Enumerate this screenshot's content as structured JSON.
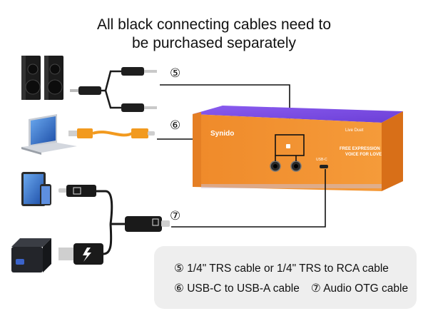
{
  "title": {
    "line1": "All black connecting cables need to",
    "line2": "be purchased separately"
  },
  "callouts": {
    "c5": "⑤",
    "c6": "⑥",
    "c7": "⑦"
  },
  "device": {
    "brand": "Synido",
    "model": "Live Duet",
    "slogan_line1": "FREE EXPRESSION",
    "slogan_line2": "VOICE FOR LOVE",
    "port_label": "USB-C"
  },
  "legend": {
    "line1": "⑤ 1/4\" TRS cable or 1/4\" TRS to RCA cable",
    "line2a": "⑥ USB-C to USB-A cable",
    "line2b": "⑦ Audio OTG cable"
  },
  "colors": {
    "box_orange": "#f08a2a",
    "box_purple": "#7a4fe0",
    "cable_orange": "#f29a1f",
    "cable_black": "#1a1a1a",
    "legend_bg": "#eeeeee"
  },
  "icons": [
    "speaker-icon",
    "laptop-icon",
    "tablet-phone-icon",
    "power-bank-icon",
    "lightning-icon"
  ]
}
